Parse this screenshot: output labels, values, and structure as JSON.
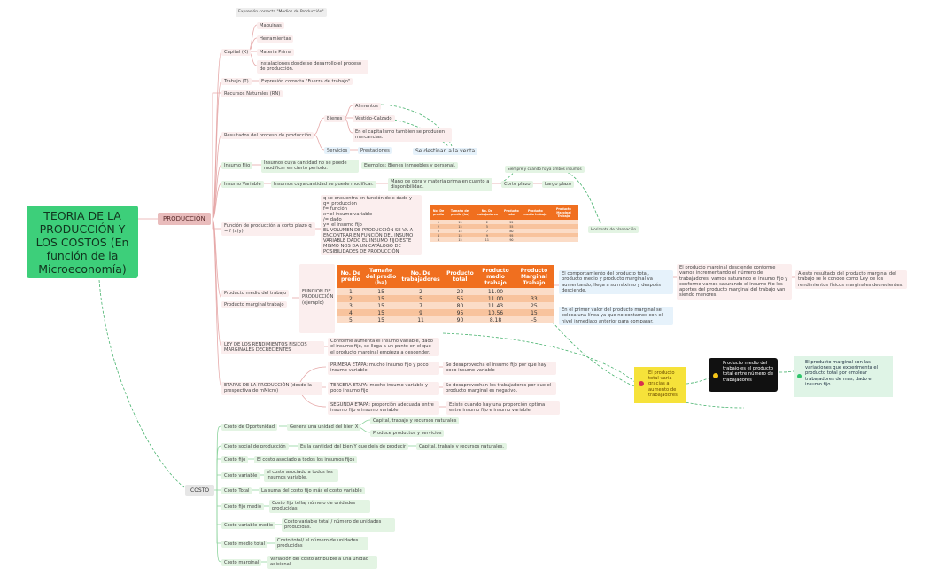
{
  "root": "TEORIA DE LA PRODUCCIÓN Y LOS COSTOS (En función de la Microeconomía)",
  "produccion": "PRODUCCIÓN",
  "costo": "COSTO",
  "note_top": "Expresión correcta \"Medios de Producción\"",
  "capital": "Capital (K)",
  "capital_items": [
    "Maquinas",
    "Herramientas",
    "Materia Prima",
    "Instalaciones donde se desarrollo el proceso de producción."
  ],
  "trabajo": "Trabajo (T)",
  "trabajo_note": "Expresión correcta \"Fuerza de trabajo\"",
  "recursos": "Recursos Naturales (RN)",
  "resultados": "Resultados del proceso de producción",
  "bienes": "Bienes",
  "bienes_items": [
    "Alimentos",
    "Vestido-Calzado",
    "En el capitalismo tambien se producen mercancias."
  ],
  "servicios": "Servicios",
  "prestaciones": "Prestaciones",
  "venta": "Se destinan a la venta",
  "simple": "Siempre y cuando haya ambos insumos",
  "insumo_fijo": "Insumo Fijo",
  "insumo_fijo_def": "Insumos cuya cantidad no se puede modificar en cierto periodo.",
  "insumo_fijo_ej": "Ejemplos: Bienes inmuebles y personal.",
  "insumo_var": "Insumo Variable",
  "insumo_var_def": "Insumos cuya cantidad se puede modificar.",
  "mano_obra": "Mano de obra y materia prima en cuanto a disponibilidad.",
  "corto": "Corto plazo",
  "largo": "Largo plazo",
  "horizonte": "Horizonte de planeación",
  "funcion": "Función de producción a corto plazo q = f (x(y)",
  "funcion_desc": "q se encuentra en función de x dado y\nq= producción\nf= función\nx=el insumo variable\n/= dado\ny= el insumo fijo\nEL VOLUMEN DE PRODUCCIÓN SE VA A ENCONTRAR EN FUNCIÓN DEL INSUMO VARIABLE DADO EL INSUMO FIJO ESTE MISMO NOS DA UN CATÁLOGO DE POSIBILIDADES DE PRODUCCIÓN",
  "prod_medio": "Producto medio del trabajo",
  "prod_marginal": "Producto marginal trabajo",
  "funcion_ejemplo": "FUNCION DE PRODUCCIÓN (ejemplo)",
  "table_headers": [
    "No. De predio",
    "Tamaño del predio (ha)",
    "No. De trabajadores",
    "Producto total",
    "Producto medio trabajo",
    "Producto Marginal Trabajo"
  ],
  "table_rows": [
    [
      "1",
      "15",
      "2",
      "22",
      "11.00",
      "-----"
    ],
    [
      "2",
      "15",
      "5",
      "55",
      "11.00",
      "33"
    ],
    [
      "3",
      "15",
      "7",
      "80",
      "11.43",
      "25"
    ],
    [
      "4",
      "15",
      "9",
      "95",
      "10.56",
      "15"
    ],
    [
      "5",
      "15",
      "11",
      "90",
      "8.18",
      "-5"
    ]
  ],
  "small_table_rows": [
    [
      "1",
      "15",
      "2",
      "22",
      "",
      ""
    ],
    [
      "2",
      "15",
      "5",
      "55",
      "",
      ""
    ],
    [
      "3",
      "15",
      "7",
      "80",
      "",
      ""
    ],
    [
      "4",
      "15",
      "9",
      "95",
      "",
      ""
    ],
    [
      "5",
      "15",
      "11",
      "90",
      "",
      ""
    ]
  ],
  "comp_total": "El comportamiento del producto total, producto medio y producto marginal va aumentando, llega a su máximo y después desciende.",
  "primer_valor": "En el primer valor del producto marginal se coloca una línea ya que no contamos con el nivel inmediato anterior para comparar.",
  "marginal_desc": "El producto marginal desciende conforme vamos incrementando el número de trabajadores, vamos saturando el insumo fijo y conforme vamos saturando el insumo fijo los aportes del producto marginal del trabajo van siendo menores.",
  "ley_nombre": "A este resultado del producto marginal del trabajo se le conoce como Ley de los rendimientos físicos marginales decrecientes.",
  "ley": "LEY DE LOS RENDIMIENTOS FISICOS MARGINALES DECRECIENTES",
  "ley_desc": "Conforme aumenta el insumo variable, dado el insumo fijo, se llega a un punto en el que el producto marginal empieza a descender.",
  "etapas": "ETAPAS DE LA PRODUCCIÓN (desde la prespectiva de mMicro)",
  "etapa1": "PRIMERA ETAPA: mucho insumo fijo y poco insumo variable",
  "etapa1_r": "Se desaprovecha el insumo fijo por que hay poco insumo variable",
  "etapa3": "TERCERA ETAPA: mucho insumo variable y poco insumo fijo",
  "etapa3_r": "Se desaprovechan los trabajadores por que el producto marginal es negativo.",
  "etapa2": "SEGUNDA ETAPA: proporción adecuada entre insumo fijo e insumo variable",
  "etapa2_r": "Existe cuando hay una proporción optima entre insumo fijo e insumo variable",
  "sticky_yellow": "El producto total varia gracias al aumento de trabajadores",
  "sticky_black": "Producto medio del trabajo es el producto total entre número de trabajadores",
  "sticky_green": "El producto marginal son las variaciones que experimenta el producto total por emplear trabajadores de mas, dado el insumo fijo",
  "costos": [
    {
      "name": "Costo de  Oportunidad",
      "def": "Genera una unidad del bien X"
    },
    {
      "name": "Costo social de producción",
      "def": "Es la cantidad del bien Y que deja de producir"
    },
    {
      "name": "Costo fijo",
      "def": "El costo asociado a todos los insumos fijos"
    },
    {
      "name": "Costo variable",
      "def": "el costo asociado a todos los insumos variable."
    },
    {
      "name": "Costo Total",
      "def": "La suma del costo fijo más el costo variable"
    },
    {
      "name": "Costo fijo medio",
      "def": "Costo fijo tella/ número de unidades producidas"
    },
    {
      "name": "Costo variable medio",
      "def": "Costo variable total /  número  de unidades producidas."
    },
    {
      "name": "Costo medio total",
      "def": "Costo total/ el número  de unidades producidas"
    },
    {
      "name": "Costo marginal",
      "def": "Variación del costo atribuible a una unidad adicional"
    }
  ],
  "oport_a": "Capital, trabajo y recursos naturales",
  "oport_b": "Produce  productos y servicios",
  "social_c": "Capital, trabajo y recursos naturales."
}
